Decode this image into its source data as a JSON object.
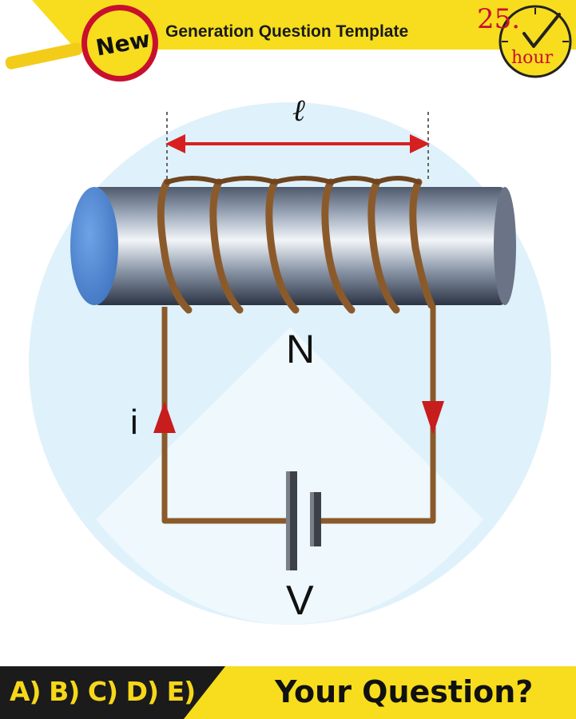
{
  "header": {
    "badge": "New",
    "title": "Generation Question Template",
    "clock_number": "25.",
    "clock_unit": "hour"
  },
  "diagram": {
    "length_label": "ℓ",
    "turns_label": "N",
    "current_label": "i",
    "voltage_label": "V",
    "colors": {
      "wire": "#8b5a2b",
      "arrow": "#d62020",
      "rod_end": "#5b8fd6",
      "background_circle": "#dff1fb"
    }
  },
  "footer": {
    "options": "A) B) C) D) E)",
    "question": "Your Question?"
  }
}
